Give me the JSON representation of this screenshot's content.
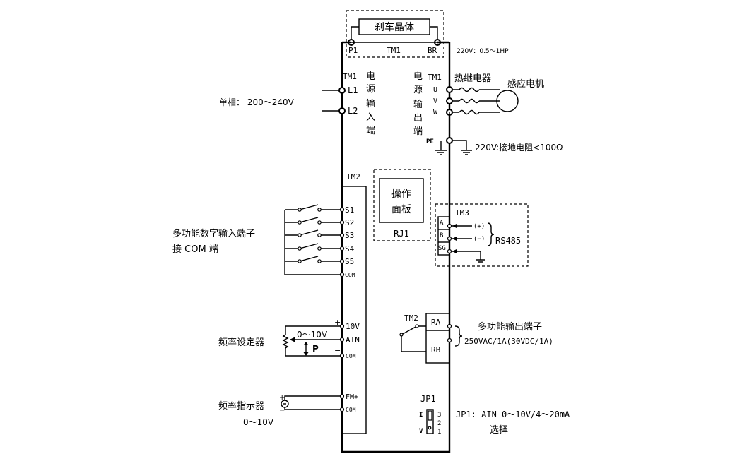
{
  "brake_unit": {
    "label": "刹车晶体",
    "left_terminal": "P1",
    "mid_label": "TM1",
    "right_terminal": "BR",
    "spec": "220V：0.5～1HP"
  },
  "power_input": {
    "block": "TM1",
    "label_chars": [
      "电",
      "源",
      "输",
      "入",
      "端"
    ],
    "terminals": [
      "L1",
      "L2"
    ],
    "supply_label": "单相： 200～240V"
  },
  "power_output": {
    "label_chars": [
      "电",
      "源",
      "输",
      "出",
      "端"
    ],
    "block": "TM1",
    "terminals": [
      "U",
      "V",
      "W"
    ],
    "relay_label": "热继电器",
    "motor_label": "感应电机",
    "ground_terminal": "PE",
    "ground_spec": "220V:接地电阻<100Ω"
  },
  "operation_panel": {
    "line1": "操作",
    "line2": "面板",
    "connector": "RJ1"
  },
  "tm2": {
    "label": "TM2",
    "digital_terminals": [
      "S1",
      "S2",
      "S3",
      "S4",
      "S5",
      "COM"
    ],
    "digital_label_line1": "多功能数字输入端子",
    "digital_label_line2": "接 COM 端",
    "analog_terminals": [
      "10V",
      "AIN",
      "COM"
    ],
    "pot_range": "0～10V",
    "pot_marker": "P",
    "plus_sign": "+",
    "minus_sign": "−",
    "freq_setter_label": "频率设定器",
    "meter_terminals": [
      "FM+",
      "COM"
    ],
    "freq_meter_label": "频率指示器",
    "meter_range": "0～10V"
  },
  "tm3": {
    "label": "TM3",
    "terminals": [
      "A",
      "B",
      "SG"
    ],
    "polarity": [
      "(+)",
      "(−)"
    ],
    "protocol": "RS485"
  },
  "relay_output": {
    "block": "TM2",
    "terminals": [
      "RA",
      "RB"
    ],
    "label": "多功能输出端子",
    "rating": "250VAC/1A(30VDC/1A)"
  },
  "jp1": {
    "label": "JP1",
    "left_marks": [
      "I",
      "V"
    ],
    "pins": [
      "3",
      "2",
      "1"
    ],
    "note_line1": "JP1: AIN 0～10V/4～20mA",
    "note_line2": "选择"
  }
}
